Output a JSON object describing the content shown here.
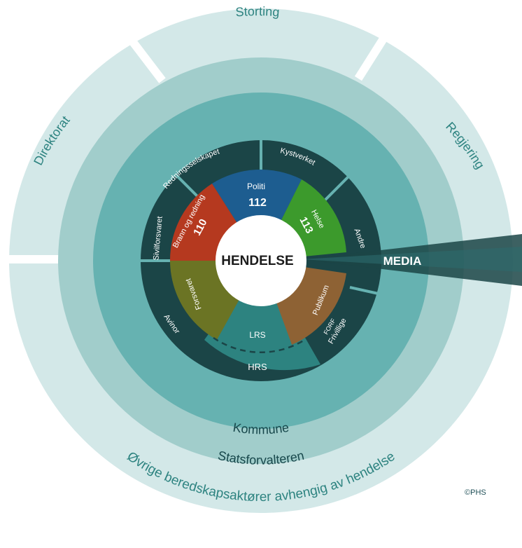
{
  "center": {
    "label": "HENDELSE"
  },
  "emergency": {
    "politi": {
      "label": "Politi",
      "number": "112"
    },
    "brann": {
      "label": "Brann og redning",
      "number": "110"
    },
    "helse": {
      "label": "Helse",
      "number": "113"
    },
    "forsvaret": {
      "label": "Forsvaret"
    },
    "publikum": {
      "label": "Publikum"
    }
  },
  "rescue": {
    "lrs": "LRS",
    "hrs": "HRS"
  },
  "partners": {
    "redningsselskapet": "Redningsselskapet",
    "kystverket": "Kystverket",
    "andre": "Andre",
    "forf": "FORF",
    "frivillige": "Frivillige",
    "avinor": "Avinor",
    "sivilforsvaret": "Sivilforsvaret"
  },
  "rings": {
    "kommune": "Kommune",
    "statsforvalteren": "Statsforvalteren",
    "ovrige": "Øvrige beredskapsaktører avhengig av hendelse",
    "storting": "Storting",
    "regjering": "Regjering",
    "direktorat": "Direktorat"
  },
  "media": "MEDIA",
  "credit": "©PHS",
  "colors": {
    "outer_ring": "#d3e8e8",
    "stats_ring": "#a1cdcb",
    "kommune_ring": "#66b2b1",
    "dark_ring": "#1b4547",
    "politi": "#1d5d90",
    "brann": "#b5391f",
    "helse": "#3c9a2c",
    "forsvaret": "#6b7424",
    "publikum": "#8e6234",
    "hrs": "#2d8380",
    "text_dark": "#17474b"
  }
}
